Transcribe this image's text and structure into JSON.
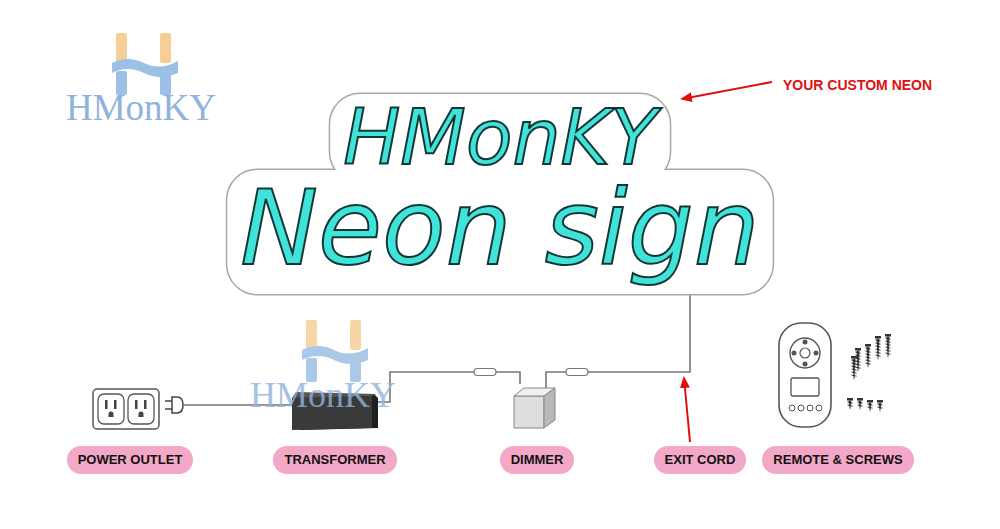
{
  "diagram": {
    "nodes": [
      {
        "text": [
          "HMonKY",
          "Neon sign"
        ]
      },
      {
        "text": [
          "POWER OUTLET"
        ]
      },
      {
        "text": [
          "TRANSFORMER"
        ]
      },
      {
        "text": [
          "DIMMER"
        ]
      },
      {
        "text": [
          "EXIT CORD"
        ]
      },
      {
        "text": [
          "REMOTE & SCREWS"
        ]
      }
    ],
    "edges": [
      {
        "from": 1,
        "to": 2,
        "arrow": "none"
      },
      {
        "from": 2,
        "to": 3,
        "arrow": "none"
      },
      {
        "from": 3,
        "to": 0,
        "arrow": "none"
      }
    ],
    "labels": [
      "YOUR CUSTOM NEON",
      "HMonKY",
      "HMonKY"
    ]
  }
}
